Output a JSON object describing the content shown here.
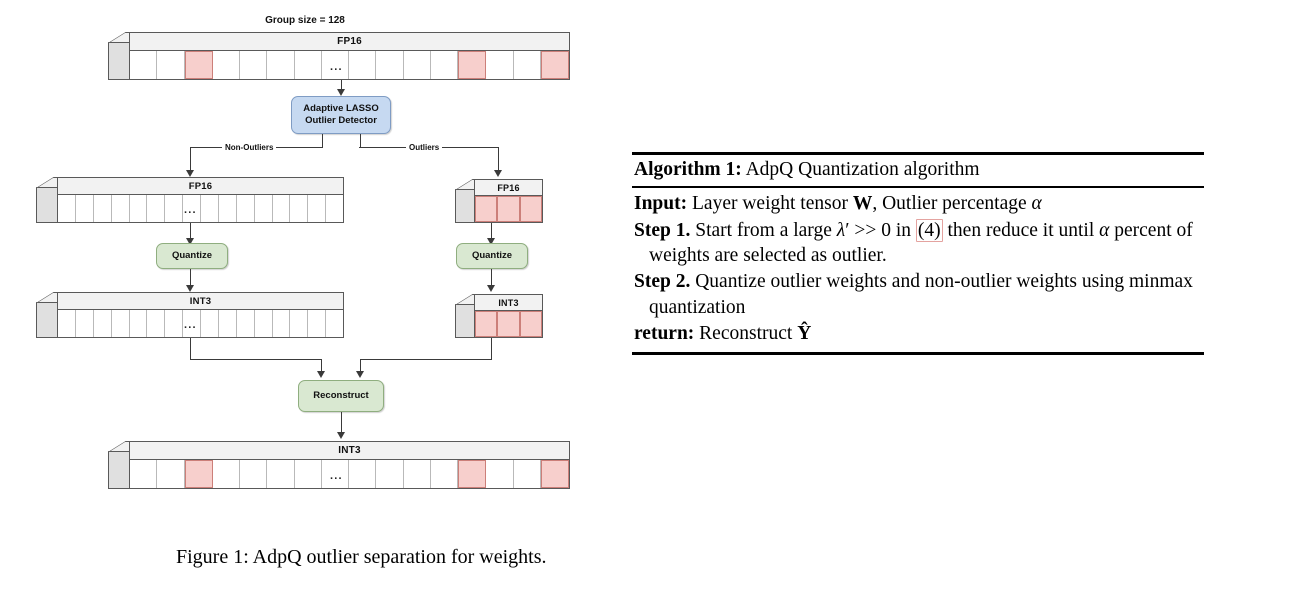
{
  "figure": {
    "caption": "Figure 1:  AdpQ outlier separation for weights."
  },
  "diagram": {
    "group_label": "Group size = 128",
    "ellipsis": "...",
    "nodes": {
      "input_bar_label": "FP16",
      "detector_line1": "Adaptive LASSO",
      "detector_line2": "Outlier Detector",
      "nonoutlier_bar_label": "FP16",
      "outlier_bar_label": "FP16",
      "quantize_left_label": "Quantize",
      "quantize_right_label": "Quantize",
      "nonoutlier_int_label": "INT3",
      "outlier_int_label": "INT3",
      "reconstruct_label": "Reconstruct",
      "output_bar_label": "INT3"
    },
    "edges": {
      "left_branch_label": "Non-Outliers",
      "right_branch_label": "Outliers"
    },
    "bars": {
      "input_cells": [
        "w",
        "w",
        "r",
        "w",
        "w",
        "w",
        "w",
        "d",
        "w",
        "w",
        "w",
        "w",
        "r",
        "w",
        "w",
        "r"
      ],
      "nonoutlier_fp16_cells": [
        "w",
        "w",
        "w",
        "w",
        "w",
        "w",
        "w",
        "d",
        "w",
        "w",
        "w",
        "w",
        "w",
        "w",
        "w",
        "w"
      ],
      "outlier_fp16_cells": [
        "r",
        "r",
        "r"
      ],
      "nonoutlier_int3_cells": [
        "w",
        "w",
        "w",
        "w",
        "w",
        "w",
        "w",
        "d",
        "w",
        "w",
        "w",
        "w",
        "w",
        "w",
        "w",
        "w"
      ],
      "outlier_int3_cells": [
        "r",
        "r",
        "r"
      ],
      "output_cells": [
        "w",
        "w",
        "r",
        "w",
        "w",
        "w",
        "w",
        "d",
        "w",
        "w",
        "w",
        "w",
        "r",
        "w",
        "w",
        "r"
      ]
    },
    "colors": {
      "outlier_cell_fill": "#f7cfcc",
      "outlier_cell_border": "#cc7f79",
      "normal_cell_fill": "#ffffff",
      "slab_top_fill": "#f2f2f2",
      "slab_side_fill": "#e0e0e0",
      "detector_fill": "#c6d9f1",
      "detector_border": "#7f9cc4",
      "process_fill": "#d9e8d1",
      "process_border": "#8fae7f",
      "line_color": "#3a3a3a"
    }
  },
  "algorithm": {
    "title_bold": "Algorithm 1:",
    "title_rest": " AdpQ Quantization algorithm",
    "lines": [
      {
        "id": "input",
        "bold": "Input:",
        "html": " Layer weight tensor <span class=\"bfW\">W</span>, Outlier percentage <span class=\"mathit\">&#945;</span>"
      },
      {
        "id": "step1",
        "bold": "Step 1.",
        "html": " Start from a large <span class=\"mathit\">&#955;</span>&#8242; &gt;&gt; 0 in <span class=\"refbox\">(4)</span> then reduce it until <span class=\"mathit\">&#945;</span> percent of weights are selected as outlier."
      },
      {
        "id": "step2",
        "bold": "Step 2.",
        "html": " Quantize outlier weights and non-outlier weights using minmax quantization"
      },
      {
        "id": "return",
        "bold": "return:",
        "html": " Reconstruct <span class=\"bfW\">&#374;</span>"
      }
    ]
  }
}
